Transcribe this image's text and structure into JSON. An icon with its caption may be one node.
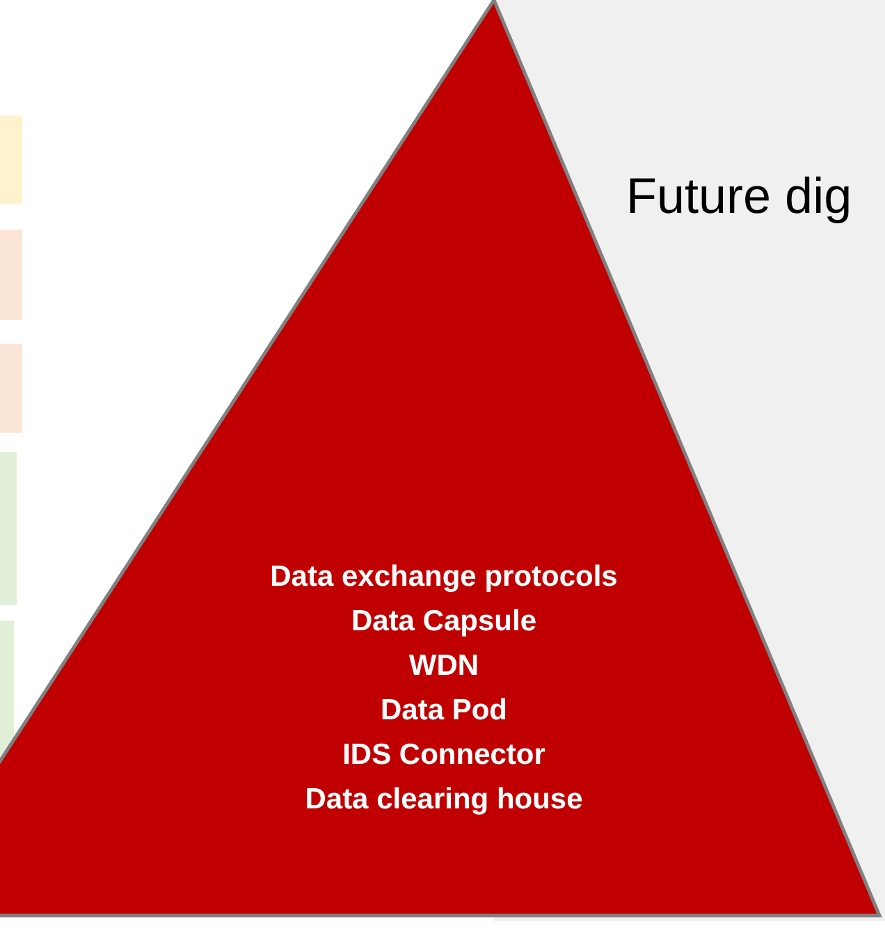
{
  "diagram": {
    "nodes": [
      {
        "text": [],
        "shape": "box"
      },
      {
        "text": [],
        "shape": "box"
      },
      {
        "text": [],
        "shape": "box"
      },
      {
        "text": [],
        "shape": "box"
      },
      {
        "text": [],
        "shape": "box"
      },
      {
        "text": [
          "Future dig"
        ]
      },
      {
        "text": [
          "Data exchange protocols",
          "Data Capsule",
          "WDN",
          "Data Pod",
          "IDS Connector",
          "Data clearing house"
        ]
      }
    ],
    "edges": []
  }
}
